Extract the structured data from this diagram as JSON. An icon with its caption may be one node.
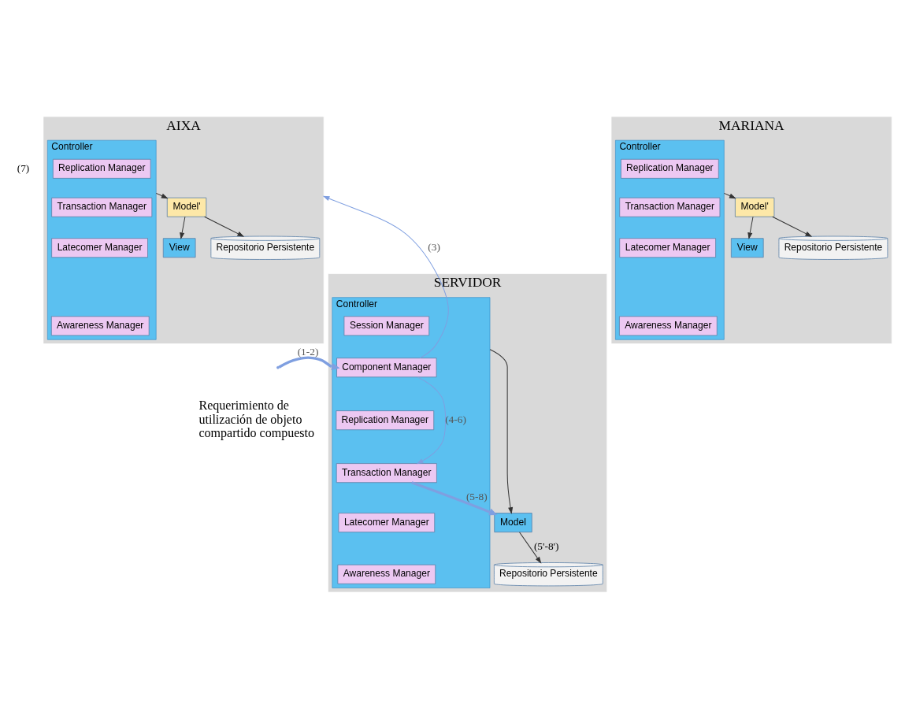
{
  "diagram": {
    "nodes": [
      {
        "text": [
          "AIXA"
        ]
      },
      {
        "text": [
          "Controller"
        ],
        "in": 0
      },
      {
        "text": [
          "Replication Manager"
        ],
        "in": 1
      },
      {
        "text": [
          "Transaction Manager"
        ],
        "in": 1
      },
      {
        "text": [
          "Latecomer Manager"
        ],
        "in": 1
      },
      {
        "text": [
          "Awareness Manager"
        ],
        "in": 1
      },
      {
        "text": [
          "View"
        ],
        "in": 0
      },
      {
        "text": [
          "Model'"
        ],
        "in": 0
      },
      {
        "text": [
          "Repositorio Persistente"
        ],
        "in": 0
      },
      {
        "text": [
          "MARIANA"
        ]
      },
      {
        "text": [
          "Controller"
        ],
        "in": 9
      },
      {
        "text": [
          "Replication Manager"
        ],
        "in": 10
      },
      {
        "text": [
          "Transaction Manager"
        ],
        "in": 10
      },
      {
        "text": [
          "Latecomer Manager"
        ],
        "in": 10
      },
      {
        "text": [
          "Awareness Manager"
        ],
        "in": 10
      },
      {
        "text": [
          "View"
        ],
        "in": 9
      },
      {
        "text": [
          "Model'"
        ],
        "in": 9
      },
      {
        "text": [
          "Repositorio Persistente"
        ],
        "in": 9
      },
      {
        "text": [
          "SERVIDOR"
        ]
      },
      {
        "text": [
          "Controller"
        ],
        "in": 18
      },
      {
        "text": [
          "Session Manager"
        ],
        "in": 19
      },
      {
        "text": [
          "Component Manager"
        ],
        "in": 19
      },
      {
        "text": [
          "Replication Manager"
        ],
        "in": 19
      },
      {
        "text": [
          "Transaction Manager"
        ],
        "in": 19
      },
      {
        "text": [
          "Latecomer Manager"
        ],
        "in": 19
      },
      {
        "text": [
          "Awareness Manager"
        ],
        "in": 19
      },
      {
        "text": [
          "Model"
        ],
        "in": 18
      },
      {
        "text": [
          "Repositorio Persistente"
        ],
        "in": 18
      }
    ],
    "edges": [
      {
        "from": 1,
        "to": 7,
        "arrow": "to"
      },
      {
        "from": 7,
        "to": 6,
        "arrow": "to"
      },
      {
        "from": 7,
        "to": 8,
        "arrow": "to"
      },
      {
        "from": 10,
        "to": 16,
        "arrow": "to"
      },
      {
        "from": 16,
        "to": 15,
        "arrow": "to"
      },
      {
        "from": 16,
        "to": 17,
        "arrow": "to"
      },
      {
        "from": 19,
        "to": 26,
        "arrow": "to"
      },
      {
        "from": 26,
        "to": 27,
        "arrow": "to",
        "label": "(5'-8')"
      },
      {
        "from": null,
        "to": 21,
        "arrow": "to",
        "label": "(1-2)",
        "color": "#7f9fe0",
        "style": "thick"
      },
      {
        "from": 21,
        "to": 0,
        "arrow": "to",
        "label": "(3)",
        "color": "#7f9fe0"
      },
      {
        "from": 21,
        "to": 23,
        "arrow": "to",
        "label": "(4-6)",
        "color": "#7f9fe0"
      },
      {
        "from": 23,
        "to": 26,
        "arrow": "to",
        "label": "(5-8)",
        "color": "#7f9fe0",
        "style": "thick"
      }
    ],
    "labels": [
      "Requerimiento de utilización de objeto compartido compuesto",
      "(7)"
    ]
  }
}
